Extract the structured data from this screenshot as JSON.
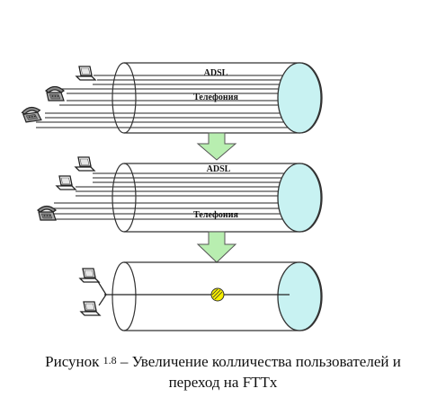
{
  "colors": {
    "tube_stroke": "#333333",
    "tube_end_fill": "#c8f2f2",
    "arrow_fill": "#b8eeb0",
    "arrow_stroke": "#555555",
    "node_fill": "#f7f000",
    "line": "#222222"
  },
  "stages": [
    {
      "labels": {
        "top": "ADSL",
        "bottom": "Телефония"
      },
      "devices": [
        "laptop-icon",
        "telephone-icon",
        "telephone-icon"
      ]
    },
    {
      "labels": {
        "top": "ADSL",
        "bottom": "Телефония"
      },
      "devices": [
        "laptop-icon",
        "laptop-icon",
        "telephone-icon"
      ]
    },
    {
      "labels": {},
      "devices": [
        "laptop-icon",
        "laptop-icon"
      ],
      "node": "fiber-node-icon"
    }
  ],
  "caption": {
    "prefix": "Рисунок ",
    "number": "1.8",
    "text_line1": " – Увеличение колличества пользователей и",
    "text_line2": "переход на FTTx"
  }
}
